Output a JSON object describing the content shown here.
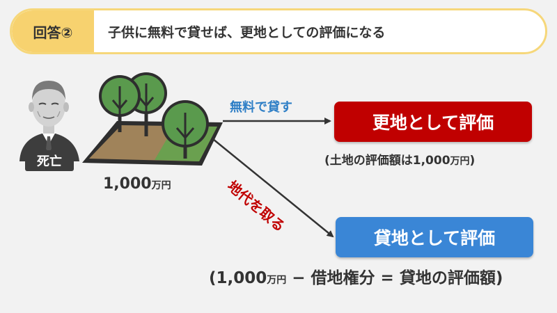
{
  "header": {
    "badge": "回答②",
    "text": "子供に無料で貸せば、更地としての評価になる"
  },
  "person": {
    "label": "死亡"
  },
  "land": {
    "price_num": "1,000",
    "price_unit": "万円"
  },
  "arrows": {
    "free_label": "無料で貸す",
    "rent_label": "地代を取る"
  },
  "results": {
    "top_box": "更地として評価",
    "top_note_prefix": "(土地の評価額は1,000",
    "top_note_unit": "万円",
    "top_note_suffix": ")",
    "bottom_box": "貸地として評価",
    "bottom_note_prefix": "(1,000",
    "bottom_note_unit": "万円",
    "bottom_note_suffix": " − 借地権分 = 貸地の評価額)"
  },
  "colors": {
    "header_accent": "#f7d26f",
    "red": "#c00000",
    "blue": "#3a86d6",
    "blue_label": "#2f7fc6",
    "tree": "#5a9a4d",
    "soil": "#a0835a"
  },
  "icons": {
    "person": "elderly-man-icon",
    "land": "land-with-trees-icon"
  }
}
